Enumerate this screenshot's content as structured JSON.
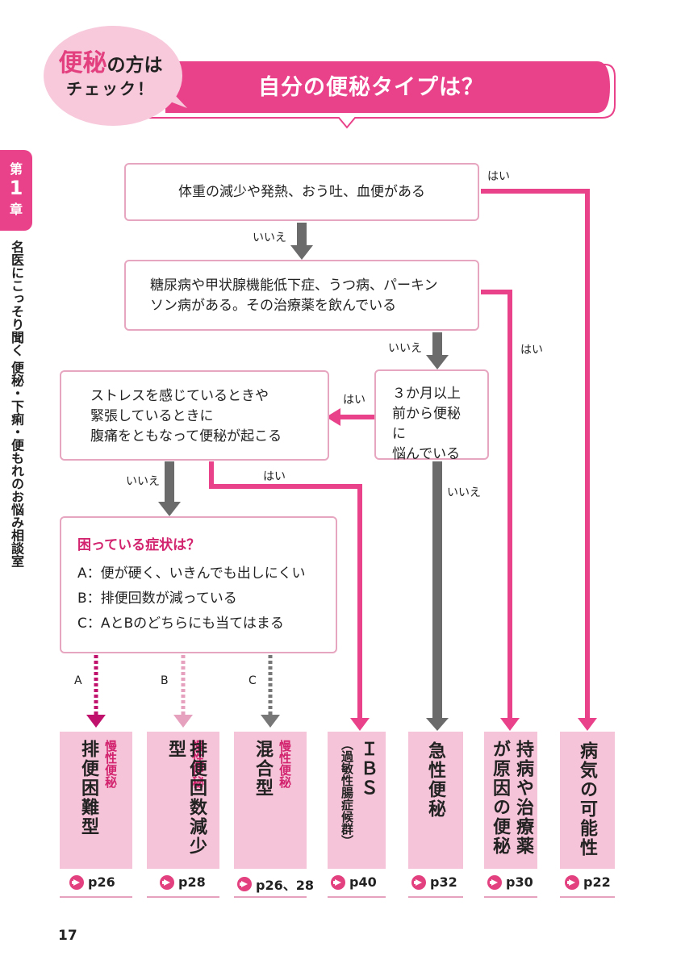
{
  "header": {
    "bubble_highlight": "便秘",
    "bubble_rest": "の方は",
    "bubble_line2": "チェック！",
    "title": "自分の便秘タイプは？"
  },
  "chapter": {
    "label_top": "第",
    "number": "1",
    "label_bottom": "章",
    "side_title": "名医にこっそり聞く 便秘・下痢・便もれのお悩み相談室"
  },
  "questions": {
    "q1": "体重の減少や発熱、おう吐、血便がある",
    "q2_line1": "糖尿病や甲状腺機能低下症、うつ病、パーキン",
    "q2_line2": "ソン病がある。その治療薬を飲んでいる",
    "q3_line1": "３か月以上",
    "q3_line2": "前から便秘に",
    "q3_line3": "悩んでいる",
    "q4_line1": "ストレスを感じているときや",
    "q4_line2": "緊張しているときに",
    "q4_line3": "腹痛をともなって便秘が起こる",
    "q5_title": "困っている症状は？",
    "q5_a": "A：便が硬く、いきんでも出しにくい",
    "q5_b": "B：排便回数が減っている",
    "q5_c": "C：AとBのどちらにも当てはまる"
  },
  "labels": {
    "yes": "はい",
    "no": "いいえ",
    "a": "A",
    "b": "B",
    "c": "C"
  },
  "results": [
    {
      "sub": "慢性便秘",
      "main": "排便困難型",
      "page": "p26"
    },
    {
      "sub": "慢性便秘",
      "main": "排便回数減少型",
      "page": "p28"
    },
    {
      "sub": "慢性便秘",
      "main": "混合型",
      "page": "p26、28"
    },
    {
      "main": "ＩＢＳ",
      "small": "（過敏性腸症候群）",
      "page": "p40"
    },
    {
      "main": "急性便秘",
      "page": "p32"
    },
    {
      "main": "持病や治療薬",
      "main2": "が原因の便秘",
      "page": "p30"
    },
    {
      "main": "病気の可能性",
      "page": "p22"
    }
  ],
  "page_number": "17",
  "colors": {
    "pink": "#e9428a",
    "light_pink": "#f6c4d8",
    "gray_arrow": "#6b6b6b",
    "box_border": "#e7a6bf"
  }
}
